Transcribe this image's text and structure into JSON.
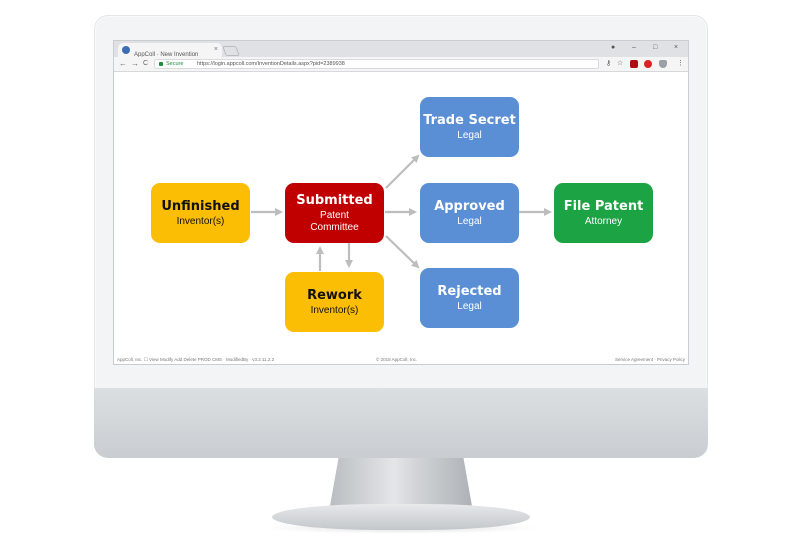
{
  "browser": {
    "tab_title": "AppColl · New Invention",
    "tab_close": "×",
    "window_controls": [
      "●",
      "–",
      "□",
      "×"
    ],
    "nav": {
      "back": "←",
      "forward": "→",
      "reload": "C"
    },
    "secure_label": "Secure",
    "url": "https://login.appcoll.com/InventionDetails.aspx?pid=2389938",
    "ext_icons": [
      "key-icon",
      "star-icon",
      "pdf-icon",
      "youtube-icon",
      "shield-icon",
      "menu-icon"
    ],
    "ext_glyphs": {
      "key": "⚷",
      "star": "☆",
      "menu": "⋮"
    }
  },
  "workflow": {
    "nodes": {
      "unfinished": {
        "title": "Unfinished",
        "sub": "Inventor(s)",
        "color": "#fcbe05"
      },
      "submitted": {
        "title": "Submitted",
        "sub": "Patent",
        "sub2": "Committee",
        "color": "#c00000"
      },
      "rework": {
        "title": "Rework",
        "sub": "Inventor(s)",
        "color": "#fcbe05"
      },
      "trade_secret": {
        "title": "Trade Secret",
        "sub": "Legal",
        "color": "#5a8fd5"
      },
      "approved": {
        "title": "Approved",
        "sub": "Legal",
        "color": "#5a8fd5"
      },
      "rejected": {
        "title": "Rejected",
        "sub": "Legal",
        "color": "#5a8fd5"
      },
      "file_patent": {
        "title": "File Patent",
        "sub": "Attorney",
        "color": "#1ca343"
      }
    },
    "arrow_color": "#bdbdbd"
  },
  "footer": {
    "left": "AppColl, Inc.  ☐ View  Modify  Add  Delete   PROD   CMS  ·  ModifiedBy  ·  v3.2.11.2.2",
    "center": "© 2018 AppColl, Inc.",
    "right": "Service Agreement  ·  Privacy Policy"
  }
}
